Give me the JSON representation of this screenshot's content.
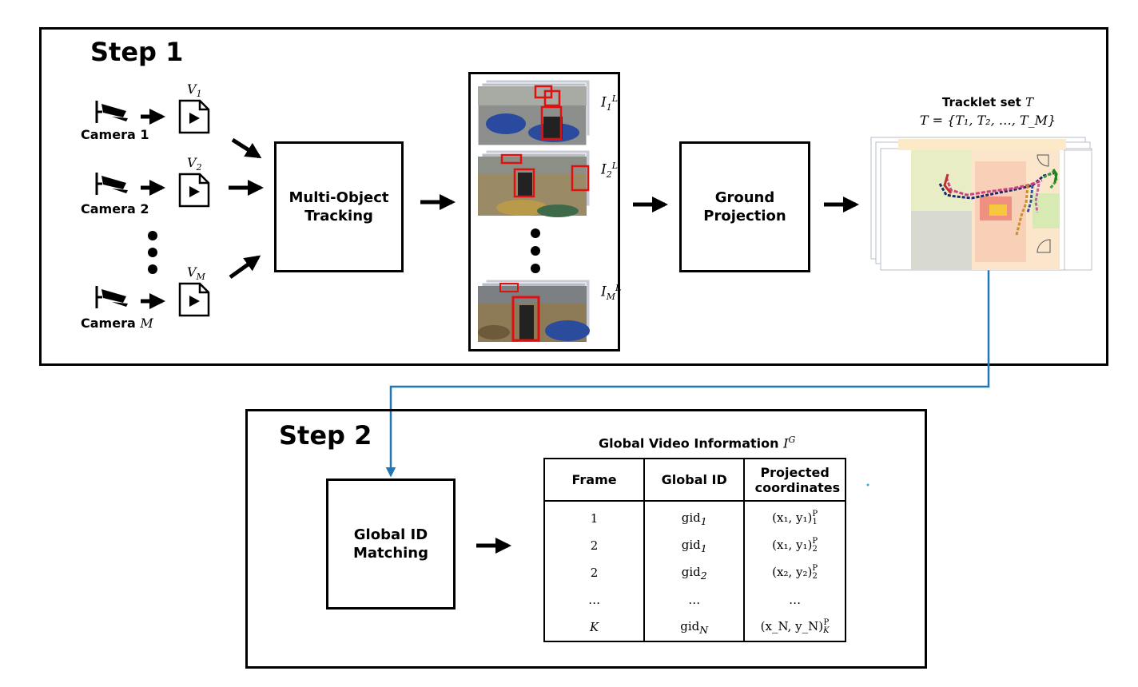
{
  "step1": {
    "title": "Step 1",
    "cameras": [
      {
        "label": "Camera 1",
        "video": "V",
        "video_sub": "1"
      },
      {
        "label": "Camera 2",
        "video": "V",
        "video_sub": "2"
      },
      {
        "label": "Camera ",
        "label_math": "M",
        "video": "V",
        "video_sub": "M"
      }
    ],
    "mot_box": {
      "line1": "Multi-Object",
      "line2": "Tracking"
    },
    "frames": [
      {
        "sym": "I",
        "sub": "1",
        "sup": "L"
      },
      {
        "sym": "I",
        "sub": "2",
        "sup": "L"
      },
      {
        "sym": "I",
        "sub": "M",
        "sup": "L"
      }
    ],
    "ground_box": {
      "line1": "Ground",
      "line2": "Projection"
    },
    "tracklet": {
      "title": "Tracklet set ",
      "title_math": "T",
      "formula": "T = {T₁, T₂, …, T_M}"
    }
  },
  "step2": {
    "title": "Step 2",
    "matching_box": {
      "line1": "Global ID",
      "line2": "Matching"
    },
    "table": {
      "title": "Global Video Information ",
      "title_math": "I",
      "title_sup": "G",
      "headers": [
        "Frame",
        "Global ID",
        "Projected coordinates"
      ],
      "rows": [
        {
          "frame": "1",
          "gid": "gid",
          "gid_sub": "1",
          "coord": "(x₁, y₁)",
          "coord_sup": "P",
          "coord_sub": "1"
        },
        {
          "frame": "2",
          "gid": "gid",
          "gid_sub": "1",
          "coord": "(x₁, y₁)",
          "coord_sup": "P",
          "coord_sub": "2"
        },
        {
          "frame": "2",
          "gid": "gid",
          "gid_sub": "2",
          "coord": "(x₂, y₂)",
          "coord_sup": "P",
          "coord_sub": "2"
        },
        {
          "frame": "…",
          "gid": "…",
          "gid_sub": "",
          "coord": "…",
          "coord_sup": "",
          "coord_sub": ""
        },
        {
          "frame": "K",
          "gid": "gid",
          "gid_sub": "N",
          "coord": "(x_N, y_N)",
          "coord_sup": "P",
          "coord_sub": "K"
        }
      ]
    }
  },
  "colors": {
    "border": "#000000",
    "connector": "#1f77b4",
    "box_red": "#e01010"
  }
}
